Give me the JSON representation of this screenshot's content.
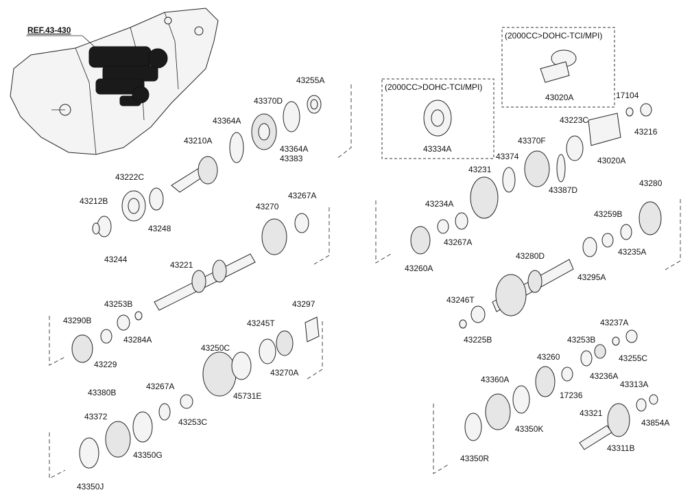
{
  "reference": "REF.43-430",
  "option_boxes": [
    {
      "title": "(2000CC>DOHC-TCI/MPI)",
      "part": "43334A"
    },
    {
      "title": "(2000CC>DOHC-TCI/MPI)",
      "part": "43020A"
    }
  ],
  "labels": [
    "43255A",
    "43370D",
    "43364A",
    "43364A",
    "43383",
    "43210A",
    "43222C",
    "43212B",
    "43248",
    "43244",
    "43270",
    "43267A",
    "43221",
    "43253B",
    "43290B",
    "43284A",
    "43229",
    "43297",
    "43245T",
    "43250C",
    "45731E",
    "43270A",
    "43380B",
    "43372",
    "43267A",
    "43253C",
    "43350G",
    "43350J",
    "17104",
    "43216",
    "43020A",
    "43223C",
    "43370F",
    "43387D",
    "43374",
    "43231",
    "43234A",
    "43267A",
    "43260A",
    "43280",
    "43259B",
    "43235A",
    "43280D",
    "43295A",
    "43246T",
    "43225B",
    "43237A",
    "43253B",
    "43255C",
    "43236A",
    "43260",
    "17236",
    "43360A",
    "43350K",
    "43350R",
    "43313A",
    "43321",
    "43854A",
    "43311B"
  ]
}
